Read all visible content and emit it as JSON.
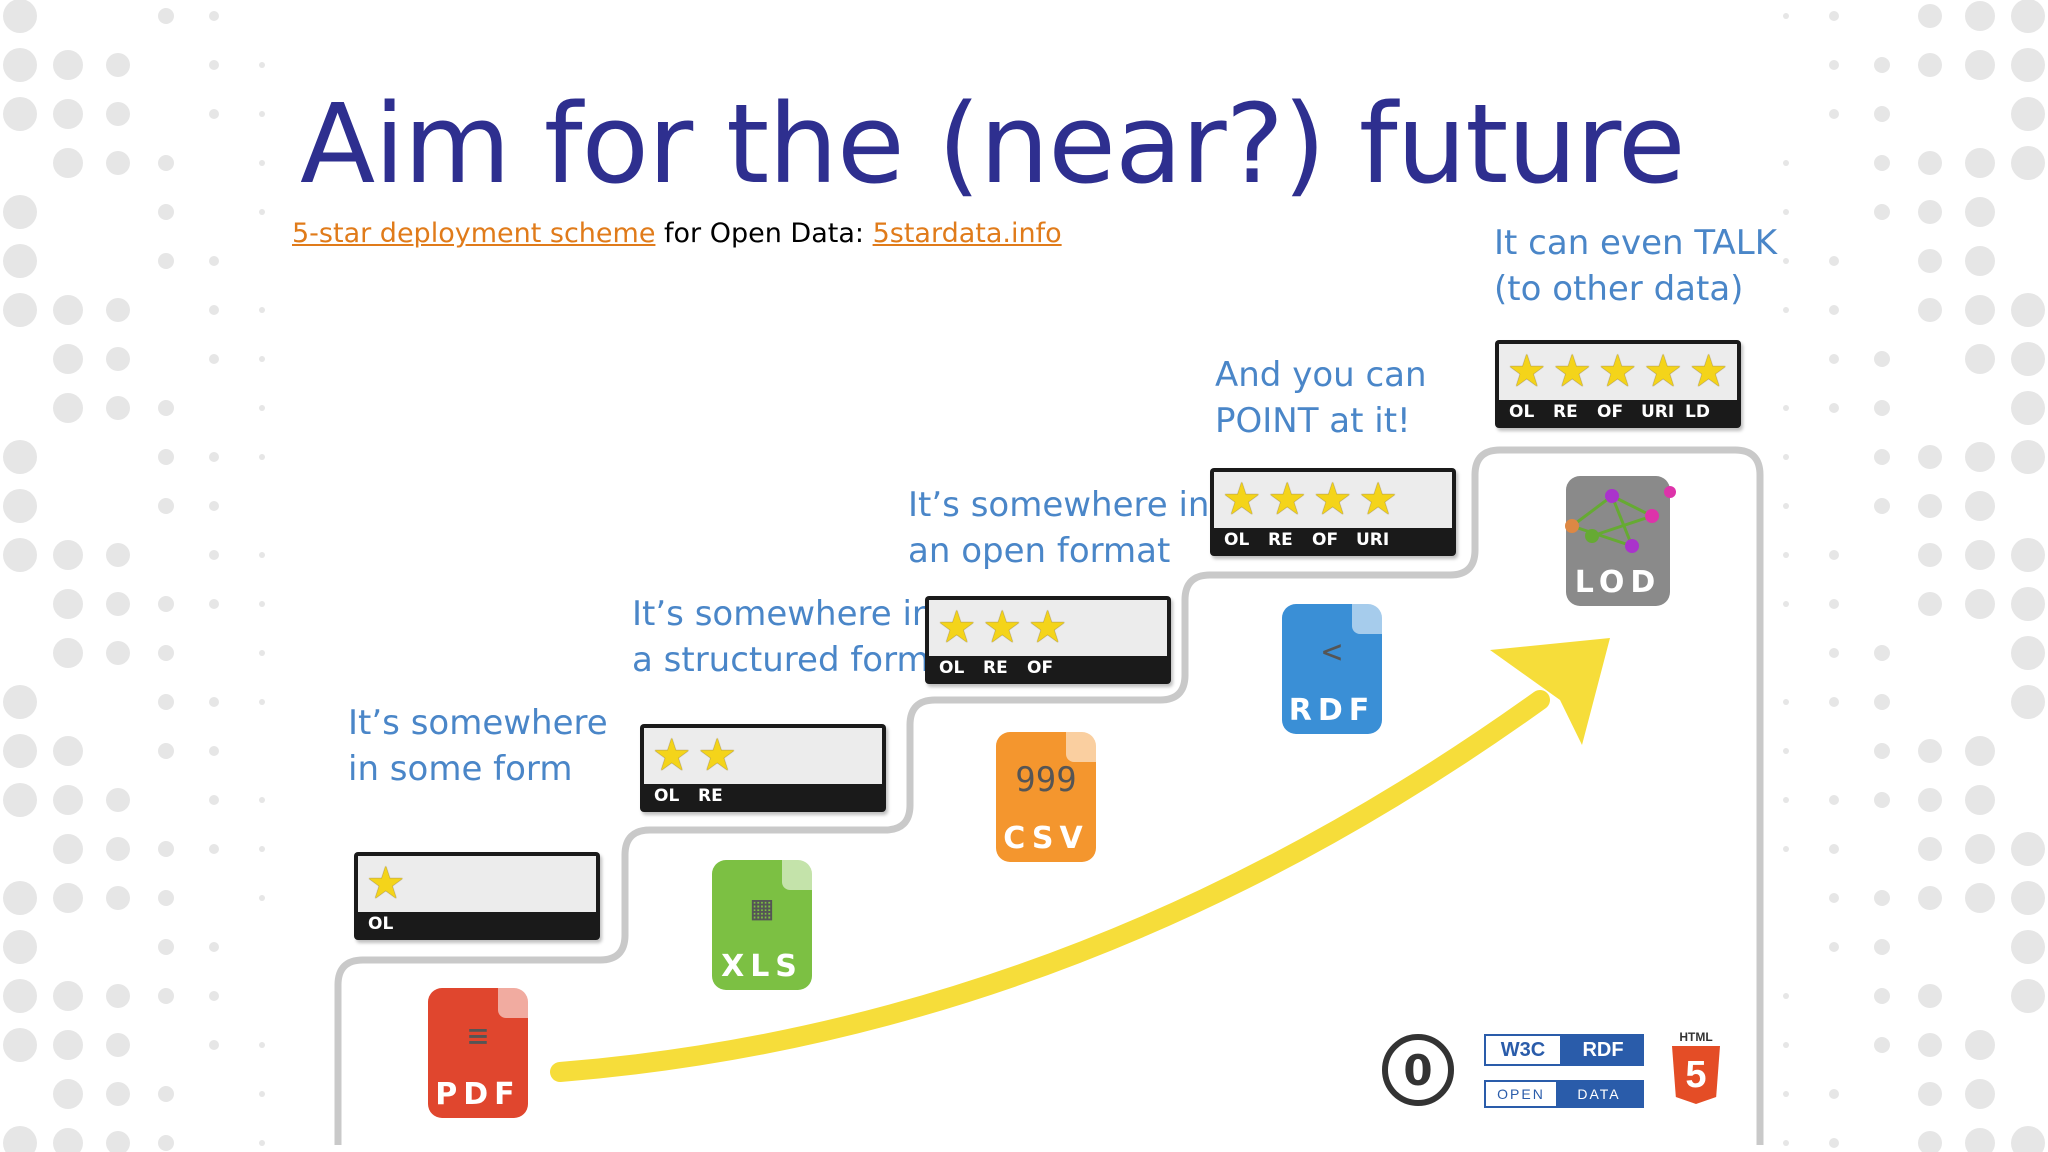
{
  "title": "Aim for the (near?) future",
  "subtitle": {
    "link1": "5-star deployment scheme",
    "middle": " for Open Data: ",
    "link2": "5stardata.info"
  },
  "steps": [
    {
      "caption1": "It’s somewhere",
      "caption2": "in some form",
      "stars": 1,
      "labels": [
        "OL"
      ],
      "format": "PDF",
      "format_color": "#e0462e"
    },
    {
      "caption1": "It’s somewhere  in",
      "caption2": "a structured form",
      "stars": 2,
      "labels": [
        "OL",
        "RE"
      ],
      "format": "XLS",
      "format_color": "#7cc043"
    },
    {
      "caption1": "It’s somewhere  in",
      "caption2": "an open format",
      "stars": 3,
      "labels": [
        "OL",
        "RE",
        "OF"
      ],
      "format": "CSV",
      "format_color": "#f4962e"
    },
    {
      "caption1": "And you can",
      "caption2": "POINT at it!",
      "stars": 4,
      "labels": [
        "OL",
        "RE",
        "OF",
        "URI"
      ],
      "format": "RDF",
      "format_color": "#3a8fd6"
    },
    {
      "caption1": "It can even TALK",
      "caption2": "(to other data)",
      "stars": 5,
      "labels": [
        "OL",
        "RE",
        "OF",
        "URI",
        "LD"
      ],
      "format": "LOD",
      "format_color": "#8a8a8a"
    }
  ],
  "icons": {
    "cc_label": "0",
    "w3c_a": "W3C",
    "w3c_b": "RDF",
    "opendata_a": "OPEN",
    "opendata_b": "DATA",
    "html5_top": "HTML",
    "html5_num": "5"
  },
  "colors": {
    "title": "#2e2f8f",
    "caption": "#4a86c8",
    "link": "#e07b1a",
    "star": "#f4d41a",
    "arrow": "#f6dd3a",
    "staircase": "#c8c8c8"
  }
}
